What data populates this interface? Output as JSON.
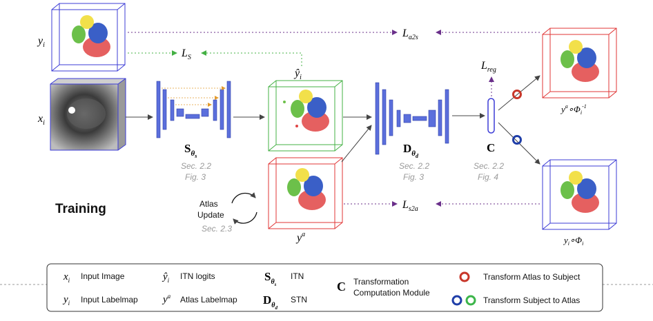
{
  "labels": {
    "y_i": "y",
    "y_i_sub": "i",
    "x_i": "x",
    "x_i_sub": "i",
    "yhat_i": "ŷ",
    "yhat_i_sub": "i",
    "y_a": "y",
    "y_a_sup": "a",
    "L_S": "L",
    "L_S_sub": "S",
    "L_a2s": "L",
    "L_a2s_sub": "a2s",
    "L_s2a": "L",
    "L_s2a_sub": "s2a",
    "L_reg": "L",
    "L_reg_sub": "reg",
    "S_theta": "S",
    "S_theta_sub": "θ",
    "S_theta_subsub": "s",
    "D_theta": "D",
    "D_theta_sub": "θ",
    "D_theta_subsub": "d",
    "C": "C",
    "ya_phi_inv": "y",
    "ya_phi_inv_sup": "a",
    "ya_phi_inv_circ": "∘Φ",
    "ya_phi_inv_sub": "i",
    "ya_phi_inv_sup2": "-1",
    "yi_phi": "y",
    "yi_phi_sub": "i",
    "yi_phi_circ": "∘Φ",
    "yi_phi_sub2": "i",
    "training": "Training",
    "atlas_update_1": "Atlas",
    "atlas_update_2": "Update"
  },
  "sections": {
    "stn_sec": "Sec. 2.2",
    "stn_fig": "Fig. 3",
    "itn_sec": "Sec. 2.2",
    "itn_fig": "Fig. 3",
    "c_sec": "Sec. 2.2",
    "c_fig": "Fig. 4",
    "atlas_sec": "Sec. 2.3"
  },
  "legend": {
    "x_desc": "Input Image",
    "y_desc": "Input Labelmap",
    "yhat_desc": "ITN logits",
    "ya_desc": "Atlas Labelmap",
    "s_desc": "ITN",
    "d_desc": "STN",
    "c_desc_1": "Transformation",
    "c_desc_2": "Computation Module",
    "red_desc": "Transform Atlas to Subject",
    "bluegreen_desc": "Transform Subject to Atlas"
  },
  "colors": {
    "blue": "#3b3bd6",
    "red": "#e03535",
    "green": "#43b043",
    "purple": "#6a2f8a",
    "net": "#5b6fdc",
    "orange": "#e39a2d",
    "ring_red": "#c8372a",
    "ring_blue": "#1f3ea8",
    "ring_green": "#3cb54a"
  }
}
